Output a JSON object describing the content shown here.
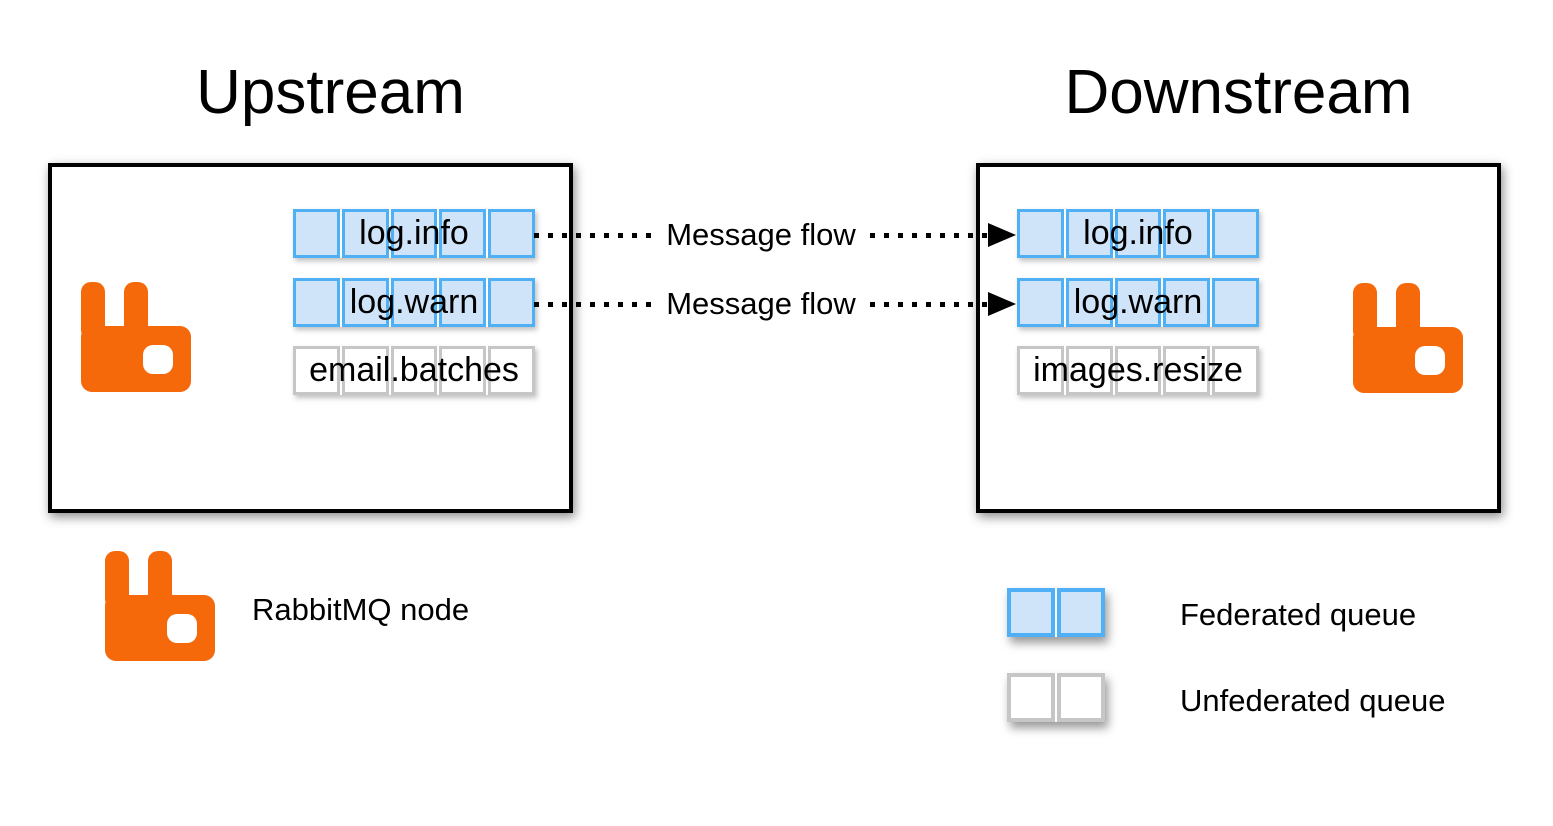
{
  "titles": {
    "upstream": "Upstream",
    "downstream": "Downstream"
  },
  "upstream": {
    "queues": [
      {
        "label": "log.info",
        "type": "federated"
      },
      {
        "label": "log.warn",
        "type": "federated"
      },
      {
        "label": "email.batches",
        "type": "unfederated"
      }
    ]
  },
  "downstream": {
    "queues": [
      {
        "label": "log.info",
        "type": "federated"
      },
      {
        "label": "log.warn",
        "type": "federated"
      },
      {
        "label": "images.resize",
        "type": "unfederated"
      }
    ]
  },
  "flows": [
    {
      "label": "Message flow"
    },
    {
      "label": "Message flow"
    }
  ],
  "legend": {
    "node_label": "RabbitMQ node",
    "federated_label": "Federated queue",
    "unfederated_label": "Unfederated queue"
  },
  "icons": {
    "node_icon": "rabbitmq-logo",
    "flow_arrow": "arrowhead-right-icon"
  },
  "colors": {
    "accent_orange": "#F5690A",
    "federated_border": "#4FB0F6",
    "federated_fill": "#CFE3F9",
    "unfederated_border": "#C6C6C6",
    "unfederated_fill": "#FFFFFF",
    "line_color": "#000000"
  }
}
